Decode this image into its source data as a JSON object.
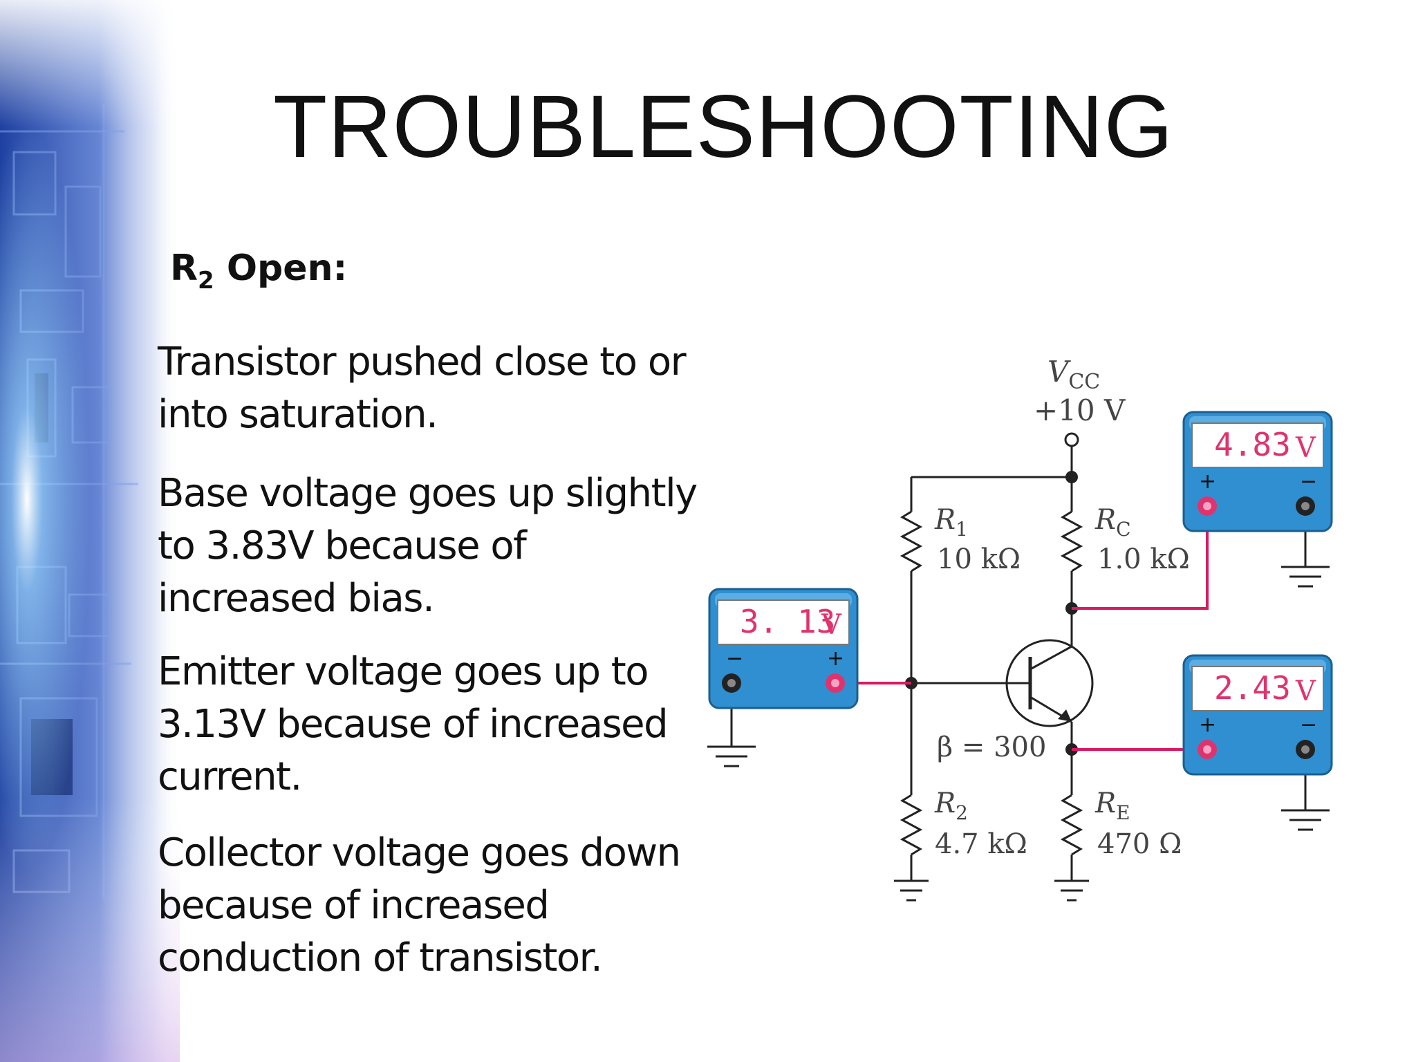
{
  "slide": {
    "title": "TROUBLESHOOTING",
    "subheading": {
      "letter": "R",
      "subscript": "2",
      "rest": " Open:"
    },
    "bullets": [
      "Transistor pushed close to or into saturation.",
      "Base voltage goes up slightly to 3.83V because of increased bias.",
      "Emitter voltage goes up to 3.13V because of increased current.",
      "Collector voltage goes down because of increased conduction of transistor."
    ]
  },
  "circuit": {
    "vcc": {
      "symbol": "V",
      "subscript": "CC",
      "value": "+10 V"
    },
    "r1": {
      "symbol": "R",
      "subscript": "1",
      "value": "10 kΩ"
    },
    "rc": {
      "symbol": "R",
      "subscript": "C",
      "value": "1.0 kΩ"
    },
    "r2": {
      "symbol": "R",
      "subscript": "2",
      "value": "4.7 kΩ"
    },
    "re": {
      "symbol": "R",
      "subscript": "E",
      "value": "470 Ω"
    },
    "beta": "β = 300",
    "meters": {
      "base": {
        "reading": "3. 13",
        "unit": "V",
        "minus": "−",
        "plus": "+"
      },
      "collector": {
        "reading": "4.83",
        "unit": "V",
        "minus": "−",
        "plus": "+"
      },
      "emitter": {
        "reading": "2.43",
        "unit": "V",
        "minus": "−",
        "plus": "+"
      }
    }
  },
  "colors": {
    "meter_body": "#2f8fd0",
    "lcd_text": "#e0336e",
    "probe_wire": "#d81b60",
    "deco_blue": "#1e40a0"
  }
}
